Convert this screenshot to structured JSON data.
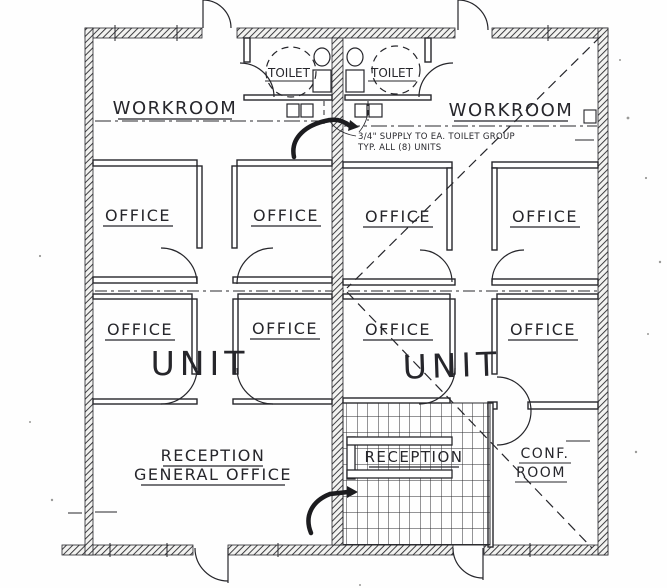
{
  "plan": {
    "unit_left": {
      "workroom": "WORKROOM",
      "toilet": "TOILET",
      "offices": [
        "OFFICE",
        "OFFICE",
        "OFFICE",
        "OFFICE"
      ],
      "unit": "UNIT",
      "reception_line1": "RECEPTION",
      "reception_line2": "GENERAL OFFICE"
    },
    "unit_right": {
      "workroom": "WORKROOM",
      "toilet": "TOILET",
      "offices": [
        "OFFICE",
        "OFFICE",
        "OFFICE",
        "OFFICE"
      ],
      "unit": "UNIT",
      "reception": "RECEPTION",
      "conf_line1": "CONF.",
      "conf_line2": "ROOM"
    },
    "annotation": {
      "line1": "3/4\" SUPPLY TO EA. TOILET GROUP",
      "line2": "TYP. ALL (8) UNITS"
    },
    "colors": {
      "ink": "#26262b",
      "paper": "#ffffff"
    }
  }
}
